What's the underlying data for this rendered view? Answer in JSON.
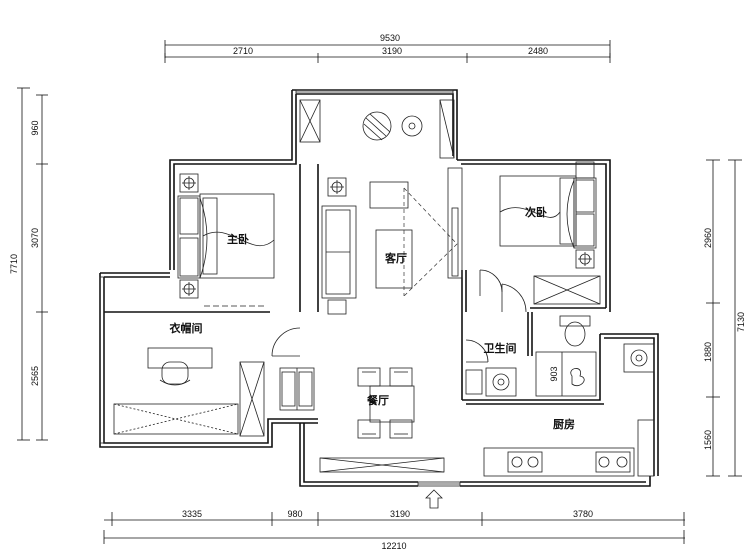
{
  "dimensions": {
    "top_total": "9530",
    "top_segments": [
      "2710",
      "3190",
      "2480"
    ],
    "bottom_total": "12210",
    "bottom_segments": [
      "3335",
      "980",
      "3190",
      "3780"
    ],
    "left_total": "7710",
    "left_segments": [
      "960",
      "3070",
      "2565"
    ],
    "right_total": "7130",
    "right_segments": [
      "2960",
      "1880",
      "1560"
    ]
  },
  "rooms": {
    "master_bedroom": "主卧",
    "second_bedroom": "次卧",
    "living_room": "客厅",
    "closet": "衣帽间",
    "bathroom": "卫生间",
    "dining_room": "餐厅",
    "kitchen": "厨房"
  },
  "fixtures": {
    "bath_fixture_code": "903"
  }
}
